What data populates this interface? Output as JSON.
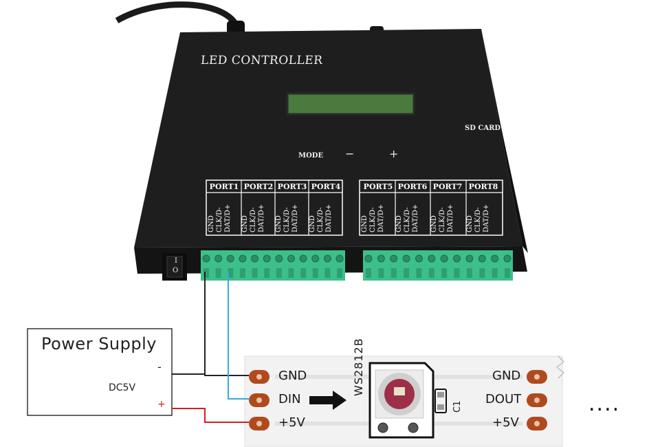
{
  "controller": {
    "title": "LED CONTROLLER",
    "sd_card": "SD CARD",
    "mode": "MODE",
    "minus": "−",
    "plus": "+",
    "switch_on": "I",
    "switch_off": "O",
    "pins": [
      "GND",
      "CLK/D-",
      "DAT/D+"
    ],
    "ports_left": [
      "PORT1",
      "PORT2",
      "PORT3",
      "PORT4"
    ],
    "ports_right": [
      "PORT5",
      "PORT6",
      "PORT7",
      "PORT8"
    ]
  },
  "power_supply": {
    "title": "Power Supply",
    "voltage": "DC5V",
    "minus": "-",
    "plus": "+"
  },
  "strip": {
    "left_pads": [
      "GND",
      "DIN",
      "+5V"
    ],
    "right_pads": [
      "GND",
      "DOUT",
      "+5V"
    ],
    "chip": "WS2812B",
    "capacitor": "C1",
    "continuation": "...."
  },
  "colors": {
    "case": "#1c1c1c",
    "terminal": "#3dbf8a",
    "wire_gnd": "#222222",
    "wire_data": "#3aa5e0",
    "wire_power": "#d21e1e",
    "pad": "#b04a1c"
  }
}
